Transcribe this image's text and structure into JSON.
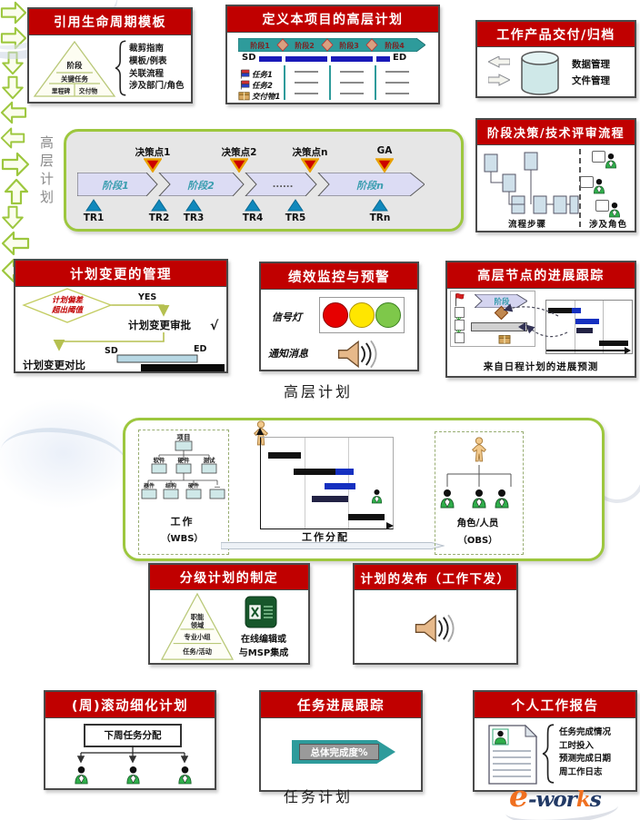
{
  "accents": {
    "title_red": "#c00000",
    "arrow_green": "#9dc73e",
    "teal": "#2E9B9B",
    "bar_blue": "#1a1ab8",
    "band_gray": "#e6e6e6",
    "phase_lavender": "#dcdcf4"
  },
  "top_caption": "高层计划",
  "bottom_caption": "任务计划",
  "lifecycle": {
    "title": "引用生命周期模板",
    "pyramid": {
      "top": "阶段",
      "mid": "关键任务",
      "bottom_left": "里程碑",
      "bottom_right": "交付物"
    },
    "items": [
      "裁剪指南",
      "模板/例表",
      "关联流程",
      "涉及部门/角色"
    ]
  },
  "define_plan": {
    "title": "定义本项目的高层计划",
    "phases": [
      "阶段1",
      "阶段2",
      "阶段3",
      "阶段4"
    ],
    "sd": "SD",
    "ed": "ED",
    "rows": [
      "任务1",
      "任务2",
      "交付物1"
    ]
  },
  "archive": {
    "title": "工作产品交付/归档",
    "items": [
      "数据管理",
      "文件管理"
    ]
  },
  "review": {
    "title": "阶段决策/技术评审流程",
    "left_label": "流程步骤",
    "right_label": "涉及角色"
  },
  "band": {
    "side_label": "高层计划",
    "decisions": [
      "决策点1",
      "决策点2",
      "决策点n",
      "GA"
    ],
    "phases": [
      "阶段1",
      "阶段2",
      "......",
      "阶段n"
    ],
    "trs": [
      "TR1",
      "TR2",
      "TR3",
      "TR4",
      "TR5",
      "TRn"
    ]
  },
  "change": {
    "title": "计划变更的管理",
    "diamond_line1": "计划偏差",
    "diamond_line2": "超出阈值",
    "yes": "YES",
    "approve": "计划变更审批",
    "check": "√",
    "compare": "计划变更对比",
    "sd": "SD",
    "ed": "ED"
  },
  "monitor": {
    "title": "绩效监控与预警",
    "signal": "信号灯",
    "notice": "通知消息",
    "lights": [
      "#e60000",
      "#ffe600",
      "#7ec84a"
    ]
  },
  "track": {
    "title": "高层节点的进展跟踪",
    "phase": "阶段",
    "caption": "来自日程计划的进展预测"
  },
  "wbs": {
    "root": "项目",
    "level2": [
      "软件",
      "硬件",
      "测试"
    ],
    "level3": [
      "器件",
      "结构",
      "硬件",
      "…"
    ],
    "label1": "工作",
    "label2": "（WBS）",
    "assign": "工作分配",
    "obs1": "角色/人员",
    "obs2": "（OBS）"
  },
  "hier": {
    "title": "分级计划的制定",
    "p1": "职能",
    "p2": "领域",
    "p3": "专业小组",
    "p4": "任务/活动",
    "note1": "在线编辑或",
    "note2": "与MSP集成"
  },
  "publish": {
    "title": "计划的发布（工作下发）"
  },
  "weekly": {
    "title": "(周)滚动细化计划",
    "box": "下周任务分配"
  },
  "task_track": {
    "title": "任务进展跟踪",
    "bar": "总体完成度%"
  },
  "report": {
    "title": "个人工作报告",
    "items": [
      "任务完成情况",
      "工时投入",
      "预测完成日期",
      "周工作日志"
    ]
  },
  "logo": {
    "e": "e",
    "works": "-wor",
    "k": "k",
    "s": "s"
  }
}
